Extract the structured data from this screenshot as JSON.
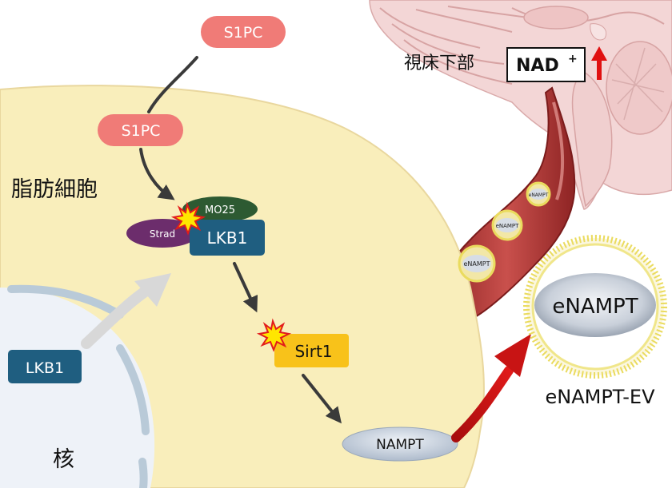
{
  "labels": {
    "s1pc_outside": "S1PC",
    "s1pc_inside": "S1PC",
    "adipocyte": "脂肪細胞",
    "nucleus": "核",
    "lkb1_nucleus": "LKB1",
    "mo25": "MO25",
    "strad": "Strad",
    "lkb1_complex": "LKB1",
    "sirt1": "Sirt1",
    "nampt": "NAMPT",
    "hypothalamus": "視床下部",
    "nad": "NAD",
    "nad_superscript": "+",
    "vesicle_1": "eNAMPT",
    "vesicle_2": "eNAMPT",
    "vesicle_3": "eNAMPT",
    "ev_inner": "eNAMPT",
    "ev_label": "eNAMPT-EV"
  },
  "colors": {
    "cell_fill": "#f9eebb",
    "cell_stroke": "#e9d79e",
    "nucleus_fill": "#eef2f8",
    "s1pc": "#f07b77",
    "lkb1": "#1f5e80",
    "mo25": "#2d5a32",
    "strad": "#6c2d6c",
    "sirt1": "#f8c21a",
    "nampt": "#c9d4e2",
    "arrow_dark": "#3a3a3a",
    "arrow_red": "#d01010",
    "vessel": "#b73a3a",
    "vesicle_ring": "#e8e04a",
    "brain": "#f3d6d6"
  },
  "icons": {
    "activation": "burst-icon",
    "increase": "up-arrow-icon"
  }
}
